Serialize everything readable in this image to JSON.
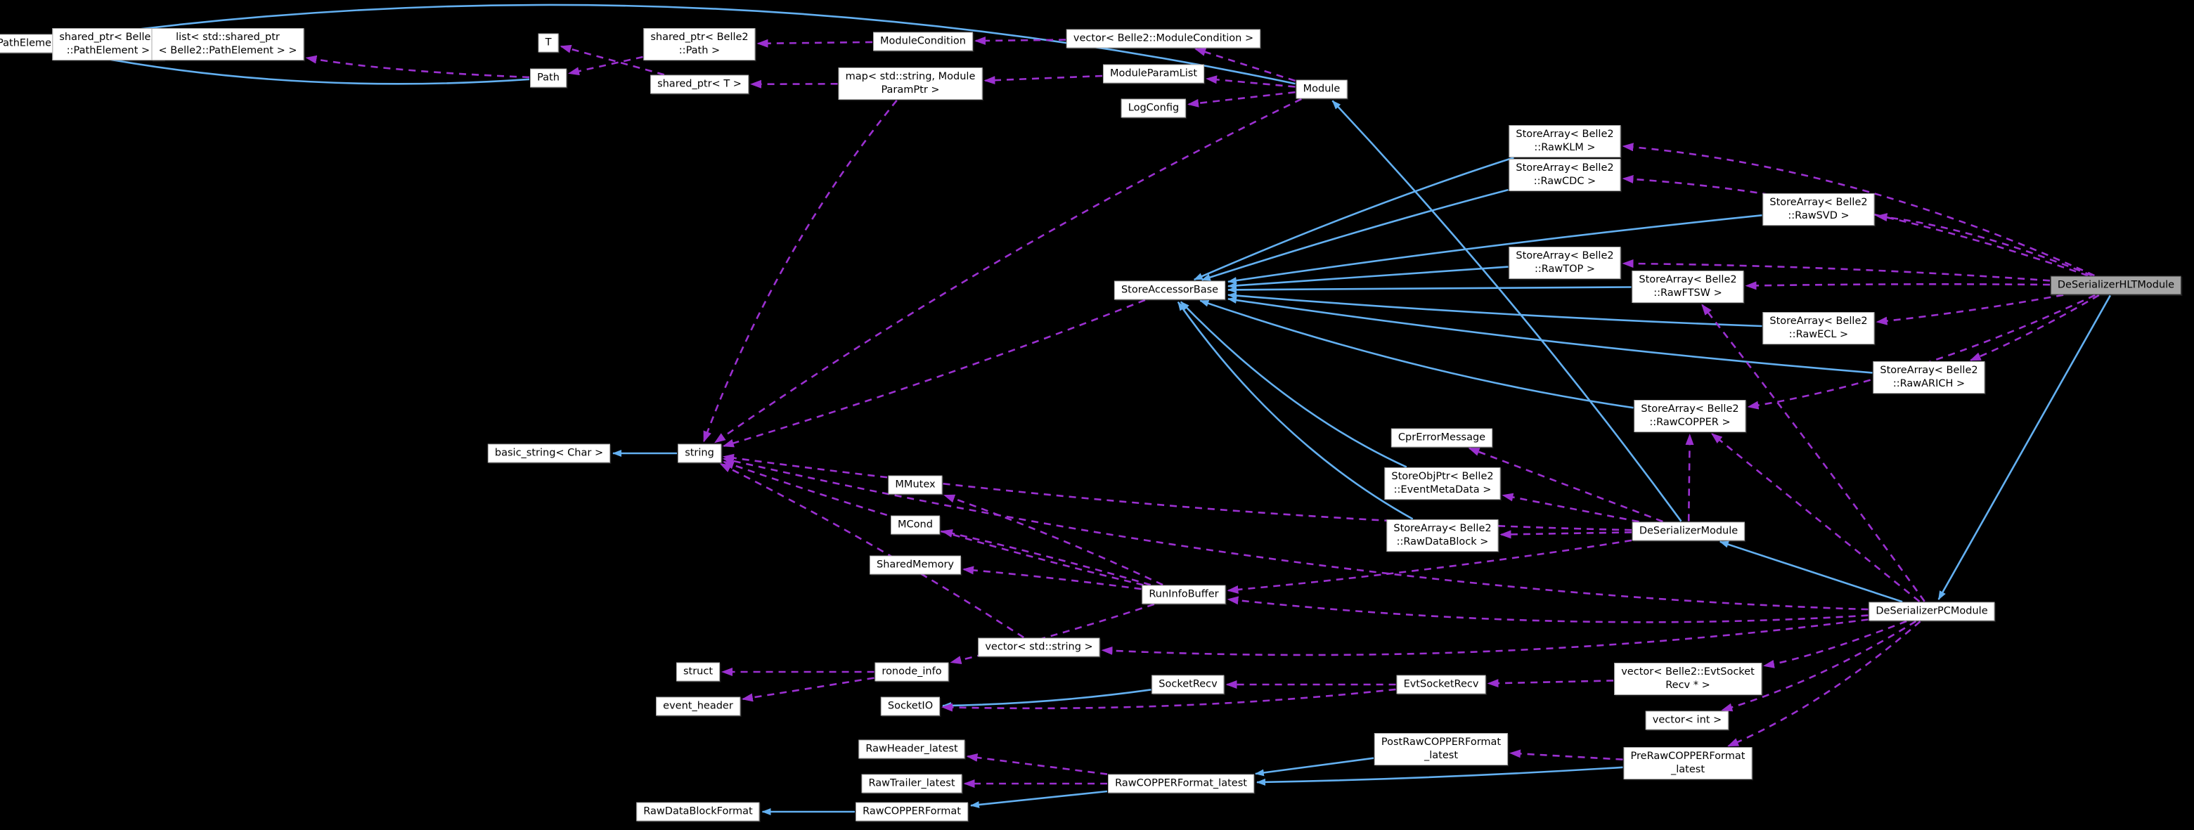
{
  "diagram": {
    "kind": "doxygen-collaboration-graph",
    "main_node": "DeSerializerHLTModule",
    "colors": {
      "background": "#000000",
      "inheritance_edge": "#63b0f1",
      "usage_edge": "#9b30d0",
      "node_bg": "#ffffff",
      "node_border": "#a9a9a9",
      "main_node_bg": "#a5a5a5",
      "text": "#000000"
    },
    "nodes": [
      {
        "id": "PathElement",
        "label": "PathElement"
      },
      {
        "id": "sp_PathElement",
        "label": "shared_ptr< Belle2\n::PathElement >"
      },
      {
        "id": "list_sp_PathElement",
        "label": "list< std::shared_ptr\n< Belle2::PathElement > >"
      },
      {
        "id": "T",
        "label": "T"
      },
      {
        "id": "Path",
        "label": "Path"
      },
      {
        "id": "sp_Path",
        "label": "shared_ptr< Belle2\n::Path >"
      },
      {
        "id": "sp_T",
        "label": "shared_ptr< T >"
      },
      {
        "id": "ModuleCondition",
        "label": "ModuleCondition"
      },
      {
        "id": "map_ModuleParamPtr",
        "label": "map< std::string, Module\nParamPtr >"
      },
      {
        "id": "vector_ModuleCondition",
        "label": "vector< Belle2::ModuleCondition >"
      },
      {
        "id": "ModuleParamList",
        "label": "ModuleParamList"
      },
      {
        "id": "LogConfig",
        "label": "LogConfig"
      },
      {
        "id": "Module",
        "label": "Module"
      },
      {
        "id": "basic_string",
        "label": "basic_string< Char >"
      },
      {
        "id": "string",
        "label": "string"
      },
      {
        "id": "StoreAccessorBase",
        "label": "StoreAccessorBase"
      },
      {
        "id": "MMutex",
        "label": "MMutex"
      },
      {
        "id": "MCond",
        "label": "MCond"
      },
      {
        "id": "SharedMemory",
        "label": "SharedMemory"
      },
      {
        "id": "RunInfoBuffer",
        "label": "RunInfoBuffer"
      },
      {
        "id": "CprErrorMessage",
        "label": "CprErrorMessage"
      },
      {
        "id": "StoreObjPtr_EventMetaData",
        "label": "StoreObjPtr< Belle2\n::EventMetaData >"
      },
      {
        "id": "StoreArray_RawDataBlock",
        "label": "StoreArray< Belle2\n::RawDataBlock >"
      },
      {
        "id": "DeSerializerModule",
        "label": "DeSerializerModule"
      },
      {
        "id": "StoreArray_RawKLM",
        "label": "StoreArray< Belle2\n::RawKLM >"
      },
      {
        "id": "StoreArray_RawCDC",
        "label": "StoreArray< Belle2\n::RawCDC >"
      },
      {
        "id": "StoreArray_RawSVD",
        "label": "StoreArray< Belle2\n::RawSVD >"
      },
      {
        "id": "StoreArray_RawTOP",
        "label": "StoreArray< Belle2\n::RawTOP >"
      },
      {
        "id": "StoreArray_RawFTSW",
        "label": "StoreArray< Belle2\n::RawFTSW >"
      },
      {
        "id": "StoreArray_RawECL",
        "label": "StoreArray< Belle2\n::RawECL >"
      },
      {
        "id": "StoreArray_RawARICH",
        "label": "StoreArray< Belle2\n::RawARICH >"
      },
      {
        "id": "StoreArray_RawCOPPER",
        "label": "StoreArray< Belle2\n::RawCOPPER >"
      },
      {
        "id": "DeSerializerHLTModule",
        "label": "DeSerializerHLTModule",
        "main": true
      },
      {
        "id": "DeSerializerPCModule",
        "label": "DeSerializerPCModule"
      },
      {
        "id": "vector_string",
        "label": "vector< std::string >"
      },
      {
        "id": "struct",
        "label": "struct"
      },
      {
        "id": "ronode_info",
        "label": "ronode_info"
      },
      {
        "id": "event_header",
        "label": "event_header"
      },
      {
        "id": "SocketIO",
        "label": "SocketIO"
      },
      {
        "id": "SocketRecv",
        "label": "SocketRecv"
      },
      {
        "id": "EvtSocketRecv",
        "label": "EvtSocketRecv"
      },
      {
        "id": "vector_EvtSocketRecv",
        "label": "vector< Belle2::EvtSocket\nRecv * >"
      },
      {
        "id": "vector_int",
        "label": "vector< int >"
      },
      {
        "id": "RawHeader_latest",
        "label": "RawHeader_latest"
      },
      {
        "id": "RawTrailer_latest",
        "label": "RawTrailer_latest"
      },
      {
        "id": "RawCOPPERFormat_latest",
        "label": "RawCOPPERFormat_latest"
      },
      {
        "id": "PostRawCOPPERFormat_latest",
        "label": "PostRawCOPPERFormat\n_latest"
      },
      {
        "id": "PreRawCOPPERFormat_latest",
        "label": "PreRawCOPPERFormat\n_latest"
      },
      {
        "id": "RawCOPPERFormat",
        "label": "RawCOPPERFormat"
      },
      {
        "id": "RawDataBlockFormat",
        "label": "RawDataBlockFormat"
      }
    ],
    "edges": [
      {
        "from": "Module",
        "to": "PathElement",
        "rel": "inherits"
      },
      {
        "from": "Path",
        "to": "PathElement",
        "rel": "inherits"
      },
      {
        "from": "string",
        "to": "basic_string",
        "rel": "inherits"
      },
      {
        "from": "StoreArray_RawKLM",
        "to": "StoreAccessorBase",
        "rel": "inherits"
      },
      {
        "from": "StoreArray_RawCDC",
        "to": "StoreAccessorBase",
        "rel": "inherits"
      },
      {
        "from": "StoreArray_RawSVD",
        "to": "StoreAccessorBase",
        "rel": "inherits"
      },
      {
        "from": "StoreArray_RawTOP",
        "to": "StoreAccessorBase",
        "rel": "inherits"
      },
      {
        "from": "StoreArray_RawFTSW",
        "to": "StoreAccessorBase",
        "rel": "inherits"
      },
      {
        "from": "StoreArray_RawECL",
        "to": "StoreAccessorBase",
        "rel": "inherits"
      },
      {
        "from": "StoreArray_RawARICH",
        "to": "StoreAccessorBase",
        "rel": "inherits"
      },
      {
        "from": "StoreArray_RawCOPPER",
        "to": "StoreAccessorBase",
        "rel": "inherits"
      },
      {
        "from": "StoreObjPtr_EventMetaData",
        "to": "StoreAccessorBase",
        "rel": "inherits"
      },
      {
        "from": "StoreArray_RawDataBlock",
        "to": "StoreAccessorBase",
        "rel": "inherits"
      },
      {
        "from": "DeSerializerModule",
        "to": "Module",
        "rel": "inherits"
      },
      {
        "from": "DeSerializerPCModule",
        "to": "DeSerializerModule",
        "rel": "inherits"
      },
      {
        "from": "DeSerializerHLTModule",
        "to": "DeSerializerPCModule",
        "rel": "inherits"
      },
      {
        "from": "SocketRecv",
        "to": "SocketIO",
        "rel": "inherits"
      },
      {
        "from": "RawCOPPERFormat",
        "to": "RawDataBlockFormat",
        "rel": "inherits"
      },
      {
        "from": "RawCOPPERFormat_latest",
        "to": "RawCOPPERFormat",
        "rel": "inherits"
      },
      {
        "from": "PostRawCOPPERFormat_latest",
        "to": "RawCOPPERFormat_latest",
        "rel": "inherits"
      },
      {
        "from": "PreRawCOPPERFormat_latest",
        "to": "RawCOPPERFormat_latest",
        "rel": "inherits"
      },
      {
        "from": "sp_PathElement",
        "to": "PathElement",
        "rel": "uses"
      },
      {
        "from": "list_sp_PathElement",
        "to": "sp_PathElement",
        "rel": "uses"
      },
      {
        "from": "Path",
        "to": "list_sp_PathElement",
        "rel": "uses"
      },
      {
        "from": "sp_Path",
        "to": "Path",
        "rel": "uses"
      },
      {
        "from": "sp_T",
        "to": "T",
        "rel": "uses"
      },
      {
        "from": "ModuleCondition",
        "to": "sp_Path",
        "rel": "uses"
      },
      {
        "from": "map_ModuleParamPtr",
        "to": "sp_T",
        "rel": "uses"
      },
      {
        "from": "vector_ModuleCondition",
        "to": "ModuleCondition",
        "rel": "uses"
      },
      {
        "from": "Module",
        "to": "vector_ModuleCondition",
        "rel": "uses"
      },
      {
        "from": "Module",
        "to": "ModuleParamList",
        "rel": "uses"
      },
      {
        "from": "Module",
        "to": "LogConfig",
        "rel": "uses"
      },
      {
        "from": "Module",
        "to": "string",
        "rel": "uses"
      },
      {
        "from": "ModuleParamList",
        "to": "map_ModuleParamPtr",
        "rel": "uses"
      },
      {
        "from": "map_ModuleParamPtr",
        "to": "string",
        "rel": "uses"
      },
      {
        "from": "StoreAccessorBase",
        "to": "string",
        "rel": "uses"
      },
      {
        "from": "vector_string",
        "to": "string",
        "rel": "uses"
      },
      {
        "from": "RunInfoBuffer",
        "to": "string",
        "rel": "uses"
      },
      {
        "from": "RunInfoBuffer",
        "to": "MMutex",
        "rel": "uses"
      },
      {
        "from": "RunInfoBuffer",
        "to": "MCond",
        "rel": "uses"
      },
      {
        "from": "RunInfoBuffer",
        "to": "SharedMemory",
        "rel": "uses"
      },
      {
        "from": "RunInfoBuffer",
        "to": "ronode_info",
        "rel": "uses"
      },
      {
        "from": "DeSerializerModule",
        "to": "CprErrorMessage",
        "rel": "uses"
      },
      {
        "from": "DeSerializerModule",
        "to": "StoreObjPtr_EventMetaData",
        "rel": "uses"
      },
      {
        "from": "DeSerializerModule",
        "to": "StoreArray_RawDataBlock",
        "rel": "uses"
      },
      {
        "from": "DeSerializerModule",
        "to": "RunInfoBuffer",
        "rel": "uses"
      },
      {
        "from": "DeSerializerModule",
        "to": "StoreArray_RawCOPPER",
        "rel": "uses"
      },
      {
        "from": "DeSerializerModule",
        "to": "string",
        "rel": "uses"
      },
      {
        "from": "DeSerializerPCModule",
        "to": "StoreArray_RawCOPPER",
        "rel": "uses"
      },
      {
        "from": "DeSerializerPCModule",
        "to": "StoreArray_RawFTSW",
        "rel": "uses"
      },
      {
        "from": "DeSerializerPCModule",
        "to": "RunInfoBuffer",
        "rel": "uses"
      },
      {
        "from": "DeSerializerPCModule",
        "to": "vector_string",
        "rel": "uses"
      },
      {
        "from": "DeSerializerPCModule",
        "to": "string",
        "rel": "uses"
      },
      {
        "from": "DeSerializerPCModule",
        "to": "vector_EvtSocketRecv",
        "rel": "uses"
      },
      {
        "from": "DeSerializerPCModule",
        "to": "vector_int",
        "rel": "uses"
      },
      {
        "from": "DeSerializerPCModule",
        "to": "PreRawCOPPERFormat_latest",
        "rel": "uses"
      },
      {
        "from": "DeSerializerHLTModule",
        "to": "StoreArray_RawKLM",
        "rel": "uses"
      },
      {
        "from": "DeSerializerHLTModule",
        "to": "StoreArray_RawCDC",
        "rel": "uses"
      },
      {
        "from": "DeSerializerHLTModule",
        "to": "StoreArray_RawSVD",
        "rel": "uses"
      },
      {
        "from": "DeSerializerHLTModule",
        "to": "StoreArray_RawTOP",
        "rel": "uses"
      },
      {
        "from": "DeSerializerHLTModule",
        "to": "StoreArray_RawFTSW",
        "rel": "uses"
      },
      {
        "from": "DeSerializerHLTModule",
        "to": "StoreArray_RawECL",
        "rel": "uses"
      },
      {
        "from": "DeSerializerHLTModule",
        "to": "StoreArray_RawARICH",
        "rel": "uses"
      },
      {
        "from": "DeSerializerHLTModule",
        "to": "StoreArray_RawCOPPER",
        "rel": "uses"
      },
      {
        "from": "EvtSocketRecv",
        "to": "SocketRecv",
        "rel": "uses"
      },
      {
        "from": "vector_EvtSocketRecv",
        "to": "EvtSocketRecv",
        "rel": "uses"
      },
      {
        "from": "EvtSocketRecv",
        "to": "SocketIO",
        "rel": "uses"
      },
      {
        "from": "ronode_info",
        "to": "struct",
        "rel": "uses"
      },
      {
        "from": "ronode_info",
        "to": "event_header",
        "rel": "uses"
      },
      {
        "from": "RawCOPPERFormat_latest",
        "to": "RawHeader_latest",
        "rel": "uses"
      },
      {
        "from": "RawCOPPERFormat_latest",
        "to": "RawTrailer_latest",
        "rel": "uses"
      },
      {
        "from": "PreRawCOPPERFormat_latest",
        "to": "PostRawCOPPERFormat_latest",
        "rel": "uses"
      }
    ]
  }
}
